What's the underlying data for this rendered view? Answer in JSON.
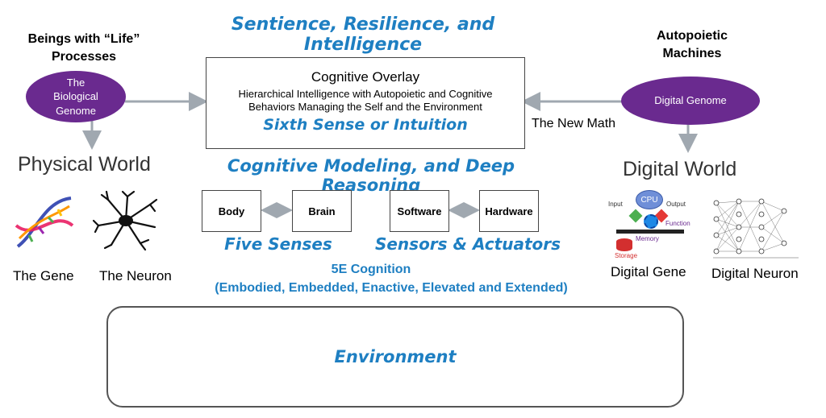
{
  "header": {
    "title": "Sentience, Resilience, and Intelligence",
    "left_label": "Beings with “Life” Processes",
    "right_label": "Autopoietic Machines"
  },
  "left": {
    "ellipse": "The Biological Genome",
    "world": "Physical World",
    "gene_label": "The Gene",
    "neuron_label": "The Neuron"
  },
  "right": {
    "ellipse": "Digital Genome",
    "new_math": "The New Math",
    "world": "Digital World",
    "gene_label": "Digital Gene",
    "neuron_label": "Digital Neuron",
    "cpu_diagram": {
      "cpu": "CPU",
      "input": "Input",
      "output": "Output",
      "function": "Function",
      "memory": "Memory",
      "storage": "Storage"
    }
  },
  "overlay": {
    "title": "Cognitive Overlay",
    "line1": "Hierarchical Intelligence with Autopoietic and Cognitive",
    "line2": "Behaviors Managing the Self and the Environment",
    "sixth_sense": "Sixth Sense or Intuition"
  },
  "middle": {
    "modeling": "Cognitive Modeling, and Deep Reasoning",
    "body": "Body",
    "brain": "Brain",
    "software": "Software",
    "hardware": "Hardware",
    "five_senses": "Five Senses",
    "sensors": "Sensors & Actuators",
    "cognition_title": "5E Cognition",
    "cognition_detail": "(Embodied, Embedded, Enactive, Elevated and Extended)"
  },
  "environment": "Environment",
  "colors": {
    "accent_blue": "#1e7fc2",
    "ellipse_purple": "#6a2a8f",
    "arrow_gray": "#a0a8b0"
  }
}
